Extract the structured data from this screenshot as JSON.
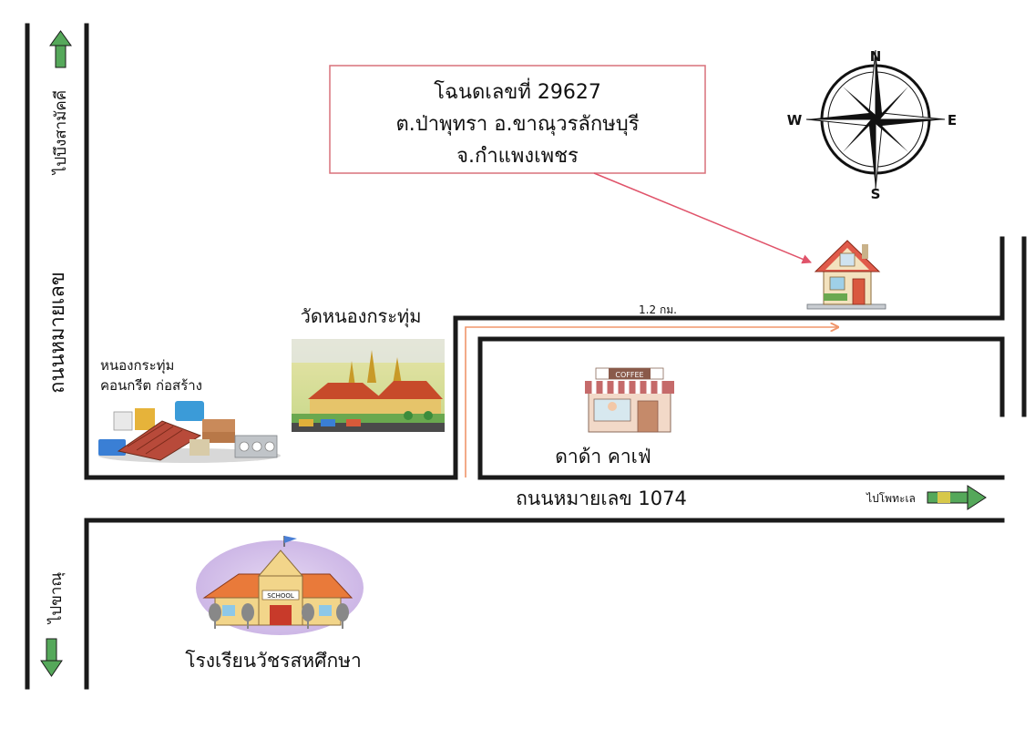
{
  "deed_box": {
    "line1": "โฉนดเลขที่ 29627",
    "line2": "ต.ป่าพุทรา อ.ขาณุวรลักษบุรี",
    "line3": "จ.กำแพงเพชร"
  },
  "compass": {
    "north": "N",
    "south": "S",
    "east": "E",
    "west": "W"
  },
  "roads": {
    "vertical_road_label": "ถนนหมายเลข",
    "horizontal_road_label": "ถนนหมายเลข 1074",
    "to_top": "ไปบึงสามัคคี",
    "to_bottom": "ไปขาณุ",
    "to_right": "ไปโพทะเล"
  },
  "distance_label": "1.2 กม.",
  "landmarks": {
    "concrete_shop_line1": "หนองกระทุ่ม",
    "concrete_shop_line2": "คอนกรีต ก่อสร้าง",
    "temple": "วัดหนองกระทุ่ม",
    "cafe": "ดาด้า คาเฟ่",
    "cafe_sign": "COFFEE",
    "school": "โรงเรียนวัชรสหศึกษา",
    "school_sign": "SCHOOL"
  },
  "colors": {
    "road_outline": "#1a1a1a",
    "route_line": "#f0956a",
    "pointer_line": "#e0536a",
    "deed_border": "#d9707a",
    "arrow_green": "#55a85a"
  }
}
